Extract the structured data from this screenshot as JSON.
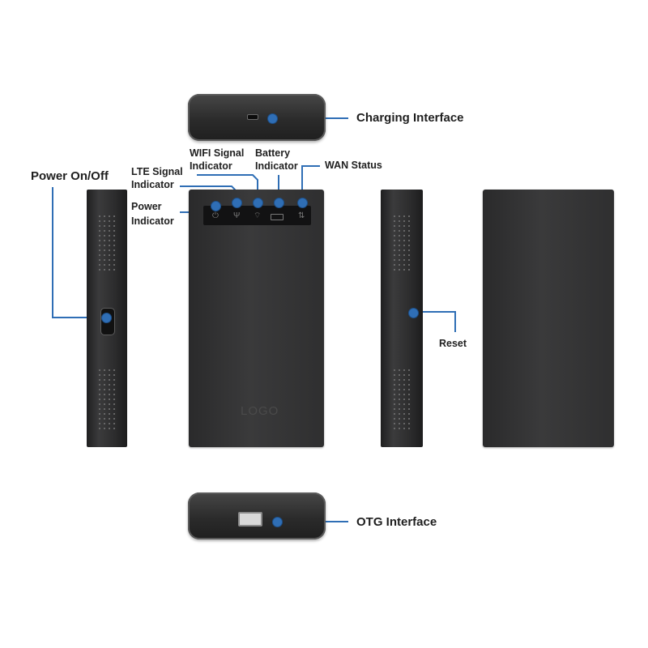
{
  "labels": {
    "charging_interface": "Charging Interface",
    "wifi_signal_indicator_line1": "WIFI Signal",
    "wifi_signal_indicator_line2": "Indicator",
    "battery_indicator_line1": "Battery",
    "battery_indicator_line2": "Indicator",
    "wan_status": "WAN Status",
    "lte_signal_indicator_line1": "LTE Signal",
    "lte_signal_indicator_line2": "Indicator",
    "power_indicator_line1": "Power",
    "power_indicator_line2": "Indicator",
    "power_on_off": "Power On/Off",
    "reset": "Reset",
    "otg_interface": "OTG Interface"
  },
  "device": {
    "logo_text": "LOGO"
  },
  "icons": {
    "power": "power-icon",
    "lte": "antenna-icon",
    "wifi": "wifi-icon",
    "battery": "battery-icon",
    "wan": "wan-icon"
  },
  "colors": {
    "callout": "#2f6eb5",
    "device_body": "#333334",
    "label_text": "#1f1f1f"
  }
}
